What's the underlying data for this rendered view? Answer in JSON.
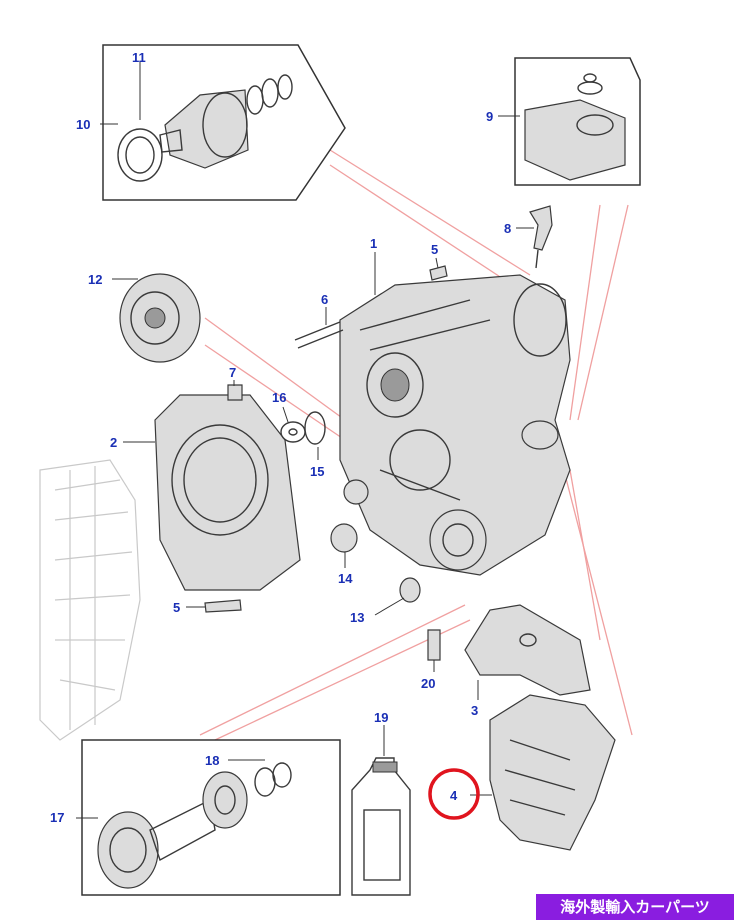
{
  "diagram": {
    "callouts": {
      "c1": "1",
      "c2": "2",
      "c3": "3",
      "c4": "4",
      "c5": "5",
      "c5b": "5",
      "c6": "6",
      "c7": "7",
      "c8": "8",
      "c9": "9",
      "c10": "10",
      "c11": "11",
      "c12": "12",
      "c13": "13",
      "c14": "14",
      "c15": "15",
      "c16": "16",
      "c17": "17",
      "c18": "18",
      "c19": "19",
      "c20": "20"
    },
    "highlight_color": "#e0141e",
    "callout_color": "#1a2fb5",
    "leader_red_color": "#f0a0a0"
  },
  "badge": {
    "text": "海外製輸入カーパーツ",
    "color": "#8a1de0"
  }
}
